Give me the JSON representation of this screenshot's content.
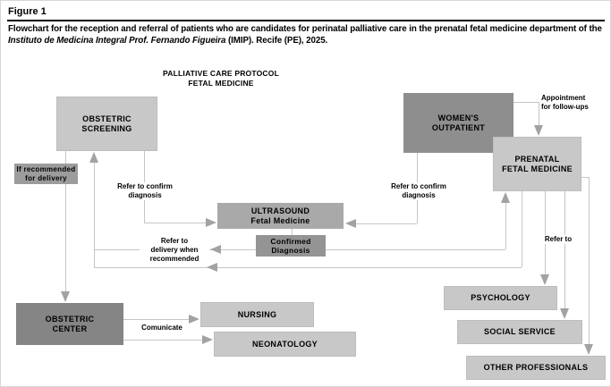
{
  "figure_header": {
    "label": "Figure 1",
    "caption_part1": "Flowchart for the reception and referral of patients who are candidates for perinatal palliative care in the prenatal fetal medicine department of the ",
    "caption_italic": "Instituto de Medicina Integral Prof. Fernando Figueira",
    "caption_part2": " (IMIP). Recife (PE), 2025."
  },
  "diagram": {
    "title": "PALLIATIVE CARE PROTOCOL\nFETAL MEDICINE",
    "nodes": {
      "obstetric_screening": "OBSTETRIC\nSCREENING",
      "if_recommended_for_delivery": "If recommended\nfor delivery",
      "womens_outpatient": "WOMEN'S\nOUTPATIENT",
      "prenatal_fetal_medicine": "PRENATAL\nFETAL MEDICINE",
      "ultrasound_fetal_medicine": "ULTRASOUND\nFetal Medicine",
      "confirmed_diagnosis": "Confirmed\nDiagnosis",
      "obstetric_center": "OBSTETRIC\nCENTER",
      "nursing": "NURSING",
      "neonatology": "NEONATOLOGY",
      "psychology": "PSYCHOLOGY",
      "social_service": "SOCIAL SERVICE",
      "other_professionals": "OTHER PROFESSIONALS"
    },
    "edge_labels": {
      "refer_confirm_left": "Refer to confirm\ndiagnosis",
      "refer_confirm_right": "Refer to confirm\ndiagnosis",
      "appointment_followups": "Appointment\nfor follow-ups",
      "refer_delivery": "Refer to\ndelivery when\nrecommended",
      "refer_to": "Refer to",
      "comunicate": "Comunicate"
    },
    "colors": {
      "box_light": "#c8c8c8",
      "box_medium": "#a9a9a9",
      "box_dark": "#8e8e8e",
      "box_darker": "#858585",
      "box_note": "#9c9c9c",
      "box_confirmed": "#949494",
      "line": "#c6c6c6",
      "arrow": "#a2a2a2"
    }
  }
}
